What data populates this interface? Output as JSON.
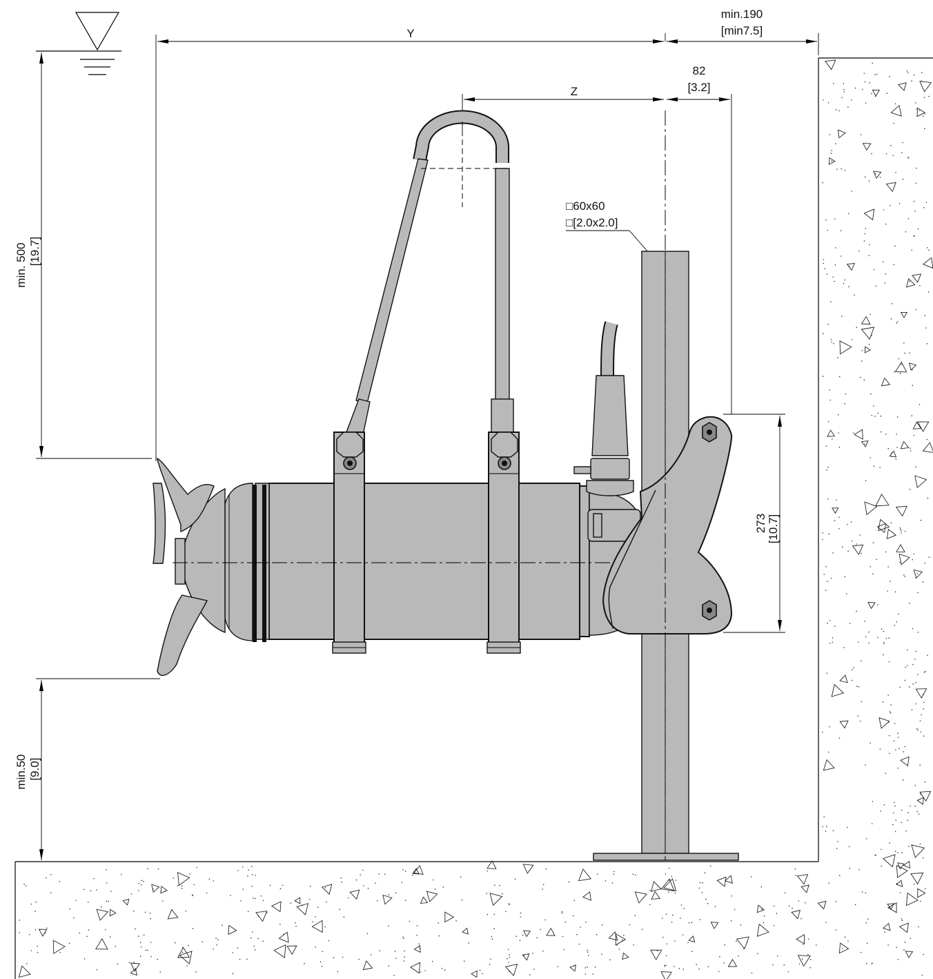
{
  "dimensions": {
    "clearance_top": {
      "label": "min. 500",
      "sub": "[19.7]"
    },
    "clearance_bottom": {
      "label": "min.50",
      "sub": "[9.0]"
    },
    "wall_distance": {
      "label": "min.190",
      "sub": "[min7.5]"
    },
    "offset_82": {
      "label": "82",
      "sub": "[3.2]"
    },
    "bracket_height": {
      "label": "273",
      "sub": "[10.7]"
    },
    "length_y": {
      "label": "Y"
    },
    "length_z": {
      "label": "Z"
    },
    "mast_section": {
      "label": "□60x60",
      "sub": "□[2.0x2.0]"
    }
  },
  "colors": {
    "metal": "#b9b9b9",
    "line": "#111111",
    "concrete_fill": "#ffffff"
  },
  "icons": {
    "water_level": "water-level-triangle-icon"
  }
}
